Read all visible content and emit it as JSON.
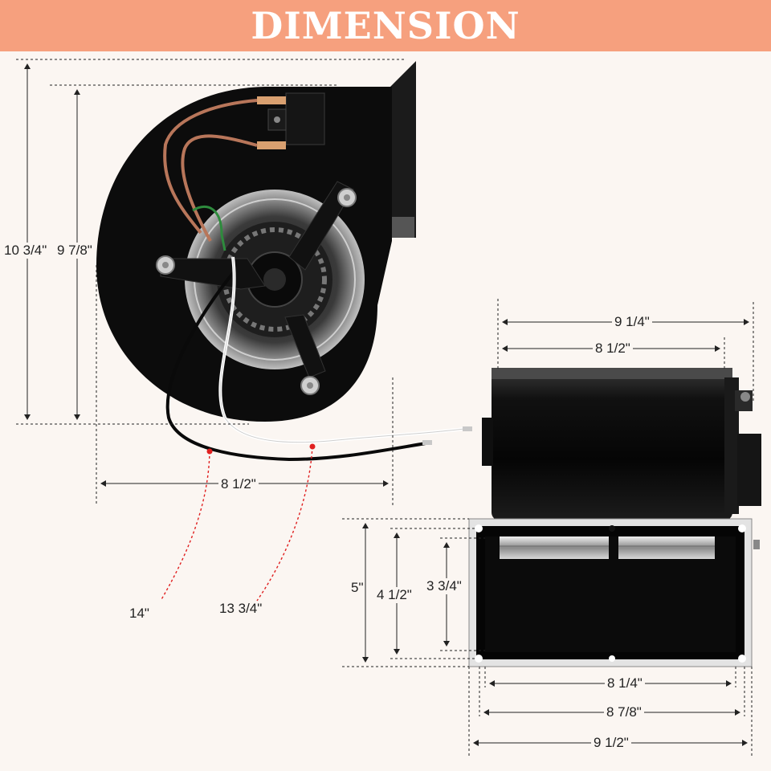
{
  "title": "DIMENSION",
  "dimensions": {
    "front_height_overall": "10 3/4\"",
    "front_height_housing": "9 7/8\"",
    "front_width": "8 1/2\"",
    "black_wire_length": "14\"",
    "white_wire_length": "13 3/4\"",
    "side_overall_depth": "9 1/4\"",
    "side_body_depth": "8 1/2\"",
    "outlet_flange_height": "5\"",
    "outlet_height_mid": "4 1/2\"",
    "outlet_opening_height": "3 3/4\"",
    "outlet_opening_width": "8 1/4\"",
    "outlet_mid_width": "8 7/8\"",
    "outlet_flange_width": "9 1/2\""
  },
  "colors": {
    "banner": "#f6a07e",
    "background": "#fbf6f2",
    "housing": "#0c0c0c",
    "wire_marker": "#e02020"
  }
}
